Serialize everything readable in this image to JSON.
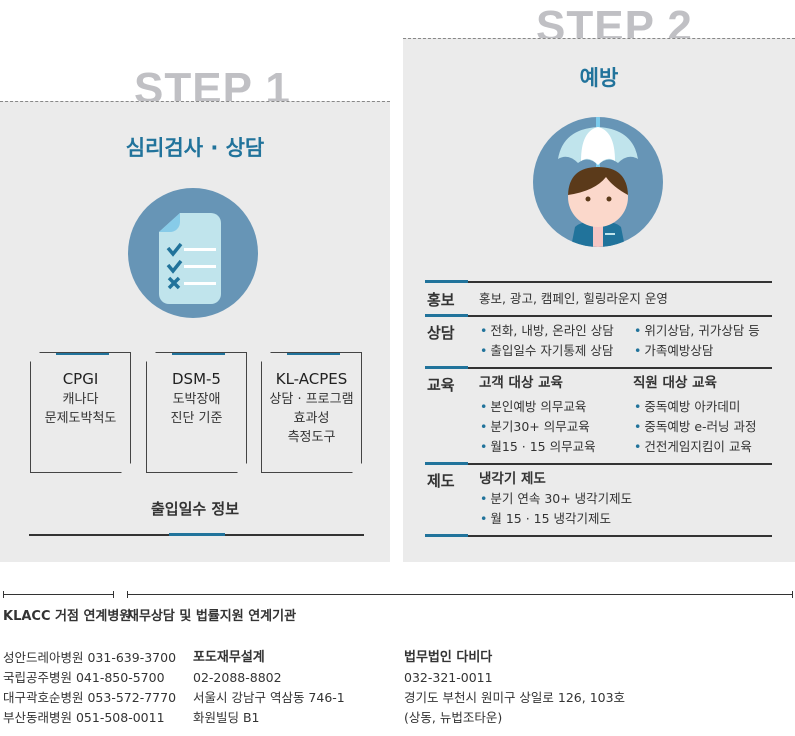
{
  "step1": {
    "label": "STEP 1",
    "title": "심리검사 · 상담",
    "icon": "checklist-icon",
    "cards": [
      {
        "title": "CPGI",
        "lines": [
          "캐나다",
          "문제도박척도"
        ]
      },
      {
        "title": "DSM-5",
        "lines": [
          "도박장애",
          "진단 기준"
        ]
      },
      {
        "title": "KL-ACPES",
        "lines": [
          "상담 · 프로그램",
          "효과성",
          "측정도구"
        ]
      }
    ],
    "footer": "출입일수 정보"
  },
  "step2": {
    "label": "STEP 2",
    "title": "예방",
    "icon": "umbrella-person-icon",
    "rows": {
      "promo": {
        "label": "홍보",
        "text": "홍보, 광고, 캠페인, 힐링라운지 운영"
      },
      "counsel": {
        "label": "상담",
        "items": [
          "전화, 내방, 온라인 상담",
          "출입일수 자기통제 상담",
          "위기상담, 귀가상담 등",
          "가족예방상담"
        ]
      },
      "edu": {
        "label": "교육",
        "left_title": "고객 대상 교육",
        "left": [
          "본인예방 의무교육",
          "분기30+ 의무교육",
          "월15 · 15  의무교육"
        ],
        "right_title": "직원 대상 교육",
        "right": [
          "중독예방 아카데미",
          "중독예방 e-러닝 과정",
          "건전게임지킴이 교육"
        ]
      },
      "system": {
        "label": "제도",
        "title": "냉각기 제도",
        "items": [
          "분기 연속 30+ 냉각기제도",
          "월 15 · 15 냉각기제도"
        ]
      }
    }
  },
  "bullet": "•",
  "hospitals": {
    "title": "KLACC 거점 연계병원",
    "items": [
      "성안드레아병원 031-639-3700",
      "국립공주병원 041-850-5700",
      "대구곽호순병원 053-572-7770",
      "부산동래병원 051-508-0011"
    ]
  },
  "legal": {
    "title": "재무상담 및 법률지원 연계기관",
    "orgs": [
      {
        "name": "포도재무설계",
        "lines": [
          "02-2088-8802",
          "서울시 강남구 역삼동 746-1",
          "화원빌딩 B1"
        ]
      },
      {
        "name": "법무법인 다비다",
        "lines": [
          "032-321-0011",
          "경기도 부천시 원미구 상일로 126, 103호",
          "(상동, 뉴법조타운)"
        ]
      }
    ]
  },
  "colors": {
    "accent": "#21739b",
    "panel": "#ebebeb",
    "circle": "#6795b6",
    "step": "#c0c0c4"
  }
}
